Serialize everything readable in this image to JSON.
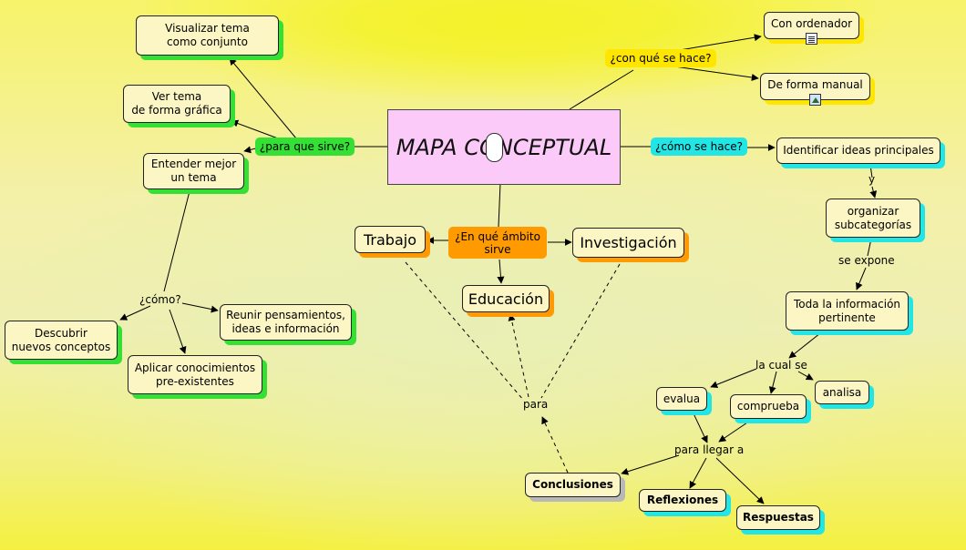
{
  "main": {
    "title": "MAPA CONCEPTUAL"
  },
  "links": {
    "para_que": "¿para que sirve?",
    "con_que": "¿con qué se hace?",
    "como_se_hace": "¿cómo se hace?",
    "ambito": "¿En qué ámbito\nsirve",
    "como": "¿cómo?",
    "y": "y",
    "se_expone": "se expone",
    "la_cual_se": "la cual se",
    "para_llegar": "para llegar a",
    "para": "para"
  },
  "nodes": {
    "visualizar": "Visualizar tema\ncomo conjunto",
    "ver_tema": "Ver tema\nde forma gráfica",
    "entender": "Entender mejor\nun tema",
    "descubrir": "Descubrir\nnuevos conceptos",
    "reunir": "Reunir pensamientos,\nideas e información",
    "aplicar": "Aplicar conocimientos\npre-existentes",
    "con_ordenador": "Con ordenador",
    "forma_manual": "De forma manual",
    "identificar": "Identificar ideas principales",
    "organizar": "organizar\nsubcategorías",
    "toda_info": "Toda la información\npertinente",
    "evalua": "evalua",
    "comprueba": "comprueba",
    "analisa": "analisa",
    "trabajo": "Trabajo",
    "investigacion": "Investigación",
    "educacion": "Educación",
    "conclusiones": "Conclusiones",
    "reflexiones": "Reflexiones",
    "respuestas": "Respuestas"
  },
  "icons": {
    "con_ordenador": "document-icon",
    "forma_manual": "image-icon"
  },
  "colors": {
    "main_fill": "#fccaf8",
    "node_fill": "#fbf6c4",
    "green": "#33e033",
    "cyan": "#22e6e6",
    "yellow": "#ffe600",
    "orange": "#ff9a00"
  }
}
